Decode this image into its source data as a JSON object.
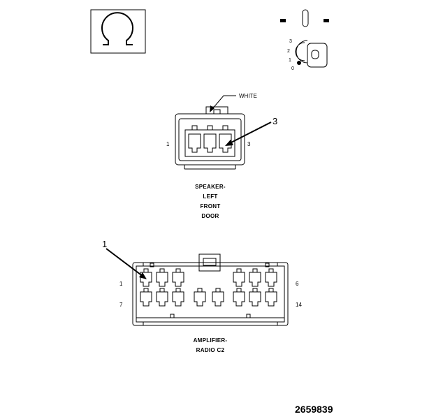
{
  "symbols": {
    "ohm_icon": "ohm-meter-icon",
    "ignition_icon": "ignition-key-off-icon",
    "ignition_positions": [
      "3",
      "2",
      "1",
      "0"
    ]
  },
  "speaker_connector": {
    "wire_color": "WHITE",
    "callout": "3",
    "pin_left": "1",
    "pin_right": "3",
    "title_lines": [
      "SPEAKER-",
      "LEFT",
      "FRONT",
      "DOOR"
    ]
  },
  "amplifier_connector": {
    "callout": "1",
    "pin_top_left": "1",
    "pin_top_right": "6",
    "pin_bottom_left": "7",
    "pin_bottom_right": "14",
    "title_lines": [
      "AMPLIFIER-",
      "RADIO C2"
    ]
  },
  "figure_number": "2659839"
}
